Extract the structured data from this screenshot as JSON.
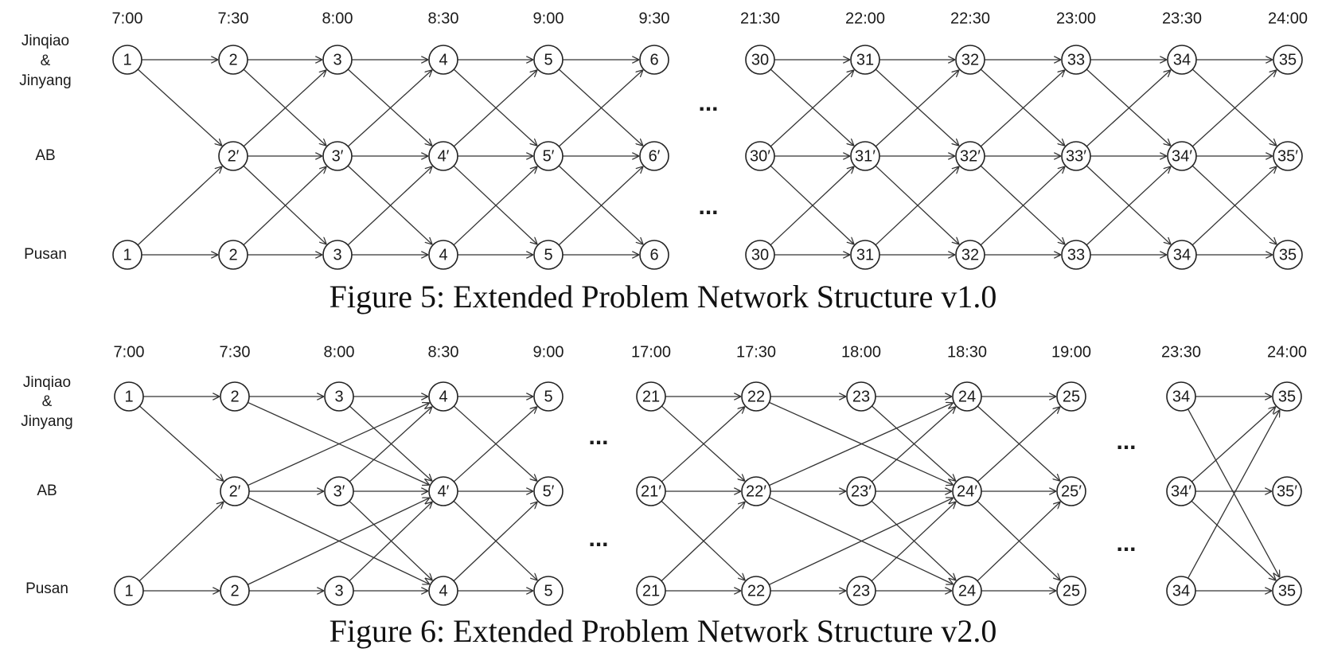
{
  "figures": [
    {
      "caption": "Figure 5: Extended Problem Network Structure v1.0",
      "row_labels": [
        [
          "Jinqiao",
          "&",
          "Jinyang"
        ],
        [
          "AB"
        ],
        [
          "Pusan"
        ]
      ],
      "groups": [
        {
          "times": [
            "7:00",
            "7:30",
            "8:00",
            "8:30",
            "9:00",
            "9:30"
          ],
          "rows": [
            [
              "1",
              "2",
              "3",
              "4",
              "5",
              "6"
            ],
            [
              "",
              "2′",
              "3′",
              "4′",
              "5′",
              "6′"
            ],
            [
              "1",
              "2",
              "3",
              "4",
              "5",
              "6"
            ]
          ]
        },
        {
          "times": [
            "21:30",
            "22:00",
            "22:30",
            "23:00",
            "23:30",
            "24:00"
          ],
          "rows": [
            [
              "30",
              "31",
              "32",
              "33",
              "34",
              "35"
            ],
            [
              "30′",
              "31′",
              "32′",
              "33′",
              "34′",
              "35′"
            ],
            [
              "30",
              "31",
              "32",
              "33",
              "34",
              "35"
            ]
          ]
        }
      ],
      "ellipsis": [
        "...",
        "..."
      ]
    },
    {
      "caption": "Figure 6: Extended Problem Network Structure v2.0",
      "row_labels": [
        [
          "Jinqiao",
          "&",
          "Jinyang"
        ],
        [
          "AB"
        ],
        [
          "Pusan"
        ]
      ],
      "groups": [
        {
          "times": [
            "7:00",
            "7:30",
            "8:00",
            "8:30",
            "9:00"
          ],
          "rows": [
            [
              "1",
              "2",
              "3",
              "4",
              "5"
            ],
            [
              "",
              "2′",
              "3′",
              "4′",
              "5′"
            ],
            [
              "1",
              "2",
              "3",
              "4",
              "5"
            ]
          ]
        },
        {
          "times": [
            "17:00",
            "17:30",
            "18:00",
            "18:30",
            "19:00"
          ],
          "rows": [
            [
              "21",
              "22",
              "23",
              "24",
              "25"
            ],
            [
              "21′",
              "22′",
              "23′",
              "24′",
              "25′"
            ],
            [
              "21",
              "22",
              "23",
              "24",
              "25"
            ]
          ]
        },
        {
          "times": [
            "23:30",
            "24:00"
          ],
          "rows": [
            [
              "34",
              "35"
            ],
            [
              "34′",
              "35′"
            ],
            [
              "34",
              "35"
            ]
          ]
        }
      ],
      "ellipsis": [
        "...",
        "..."
      ]
    }
  ]
}
